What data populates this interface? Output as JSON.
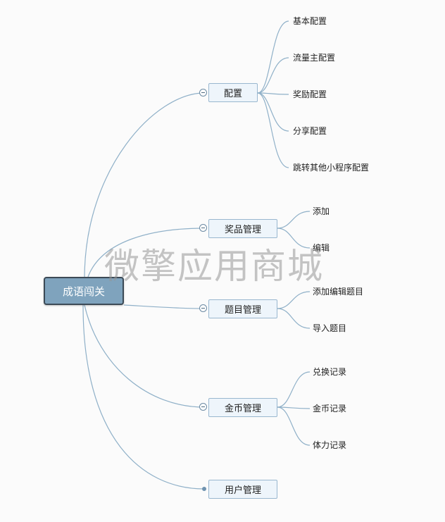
{
  "root": "成语闯关",
  "branches": [
    {
      "label": "配置",
      "children": [
        "基本配置",
        "流量主配置",
        "奖励配置",
        "分享配置",
        "跳转其他小程序配置"
      ]
    },
    {
      "label": "奖品管理",
      "children": [
        "添加",
        "编辑"
      ]
    },
    {
      "label": "题目管理",
      "children": [
        "添加编辑题目",
        "导入题目"
      ]
    },
    {
      "label": "金币管理",
      "children": [
        "兑换记录",
        "金币记录",
        "体力记录"
      ]
    },
    {
      "label": "用户管理",
      "children": []
    }
  ],
  "watermark": "微擎应用商城",
  "colors": {
    "line": "#8fb0c8",
    "root_fill": "#7fa3bd",
    "node_fill": "#eef5fb"
  }
}
